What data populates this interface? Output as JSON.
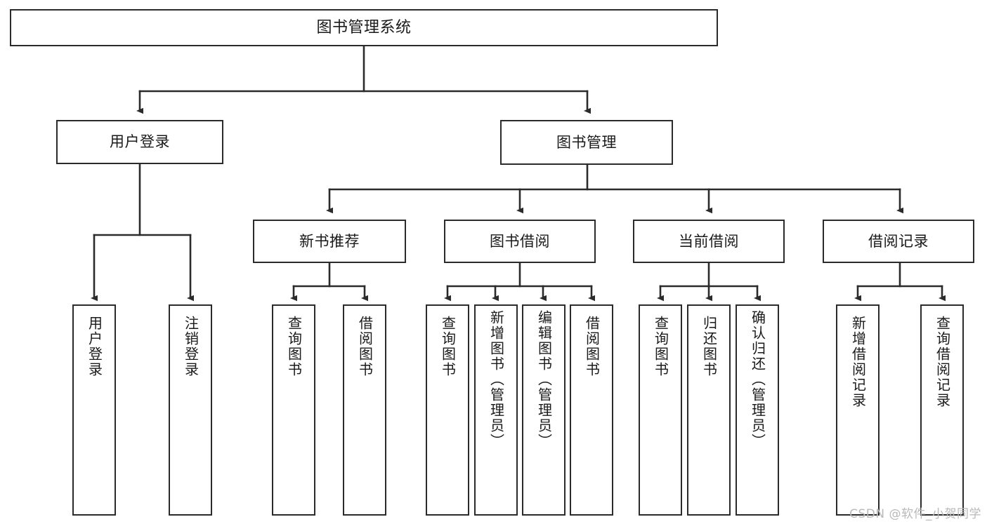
{
  "diagram": {
    "title": "图书管理系统",
    "type": "hierarchy-tree",
    "background_color": "#ffffff",
    "line_color": "#2b2b2b",
    "text_color": "#1a1a1a"
  },
  "watermark": {
    "text": "CSDN @软件_小贺同学",
    "color": "#b9b9b9"
  },
  "nodes": {
    "root": {
      "label": "图书管理系统"
    },
    "level1": [
      {
        "label": "用户登录"
      },
      {
        "label": "图书管理"
      }
    ],
    "level2": [
      {
        "label": "新书推荐"
      },
      {
        "label": "图书借阅"
      },
      {
        "label": "当前借阅"
      },
      {
        "label": "借阅记录"
      }
    ],
    "leaves": {
      "user_login": [
        {
          "label": "用户登录"
        },
        {
          "label": "注销登录"
        }
      ],
      "new_book_recommend": [
        {
          "label": "查询图书"
        },
        {
          "label": "借阅图书"
        }
      ],
      "book_borrow": [
        {
          "label": "查询图书"
        },
        {
          "label": "新增图书（管理员）"
        },
        {
          "label": "编辑图书（管理员）"
        },
        {
          "label": "借阅图书"
        }
      ],
      "current_borrow": [
        {
          "label": "查询图书"
        },
        {
          "label": "归还图书"
        },
        {
          "label": "确认归还（管理员）"
        }
      ],
      "borrow_record": [
        {
          "label": "新增借阅记录"
        },
        {
          "label": "查询借阅记录"
        }
      ]
    }
  }
}
